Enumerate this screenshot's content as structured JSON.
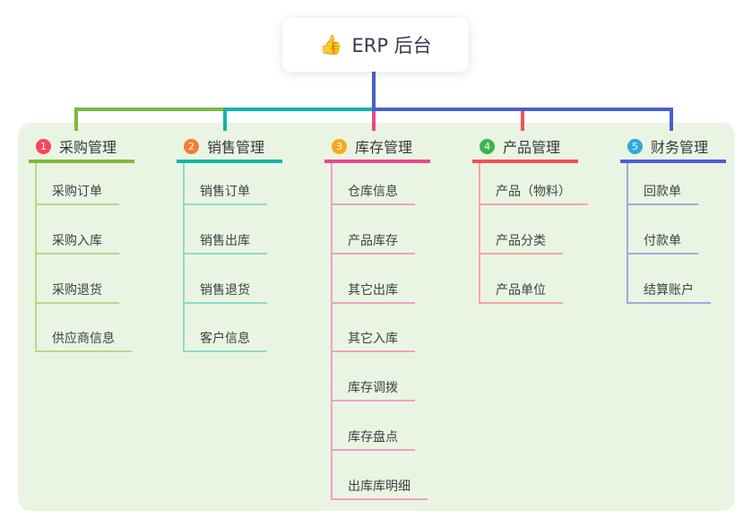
{
  "root": {
    "icon": "👍",
    "title": "ERP 后台"
  },
  "colors": {
    "root_line": "#4a5ecf",
    "panel_bg": "#e9f5e2",
    "card_bg": "#ffffff",
    "title_text": "#333b4e",
    "branch_text": "#33383e",
    "child_text": "#3c4147"
  },
  "branches": [
    {
      "badge": "1",
      "label": "采购管理",
      "badge_color": "#f8465c",
      "line_color": "#7fb840",
      "child_line_color": "#b4d98c",
      "children": [
        "采购订单",
        "采购入库",
        "采购退货",
        "供应商信息"
      ]
    },
    {
      "badge": "2",
      "label": "销售管理",
      "badge_color": "#f87b36",
      "line_color": "#12b5a5",
      "child_line_color": "#8ed9cf",
      "children": [
        "销售订单",
        "销售出库",
        "销售退货",
        "客户信息"
      ]
    },
    {
      "badge": "3",
      "label": "库存管理",
      "badge_color": "#f6a821",
      "line_color": "#e94890",
      "child_line_color": "#f29ec6",
      "children": [
        "仓库信息",
        "产品库存",
        "其它出库",
        "其它入库",
        "库存调拨",
        "库存盘点",
        "出库库明细"
      ]
    },
    {
      "badge": "4",
      "label": "产品管理",
      "badge_color": "#3cb54e",
      "line_color": "#f4515a",
      "child_line_color": "#f8a5aa",
      "children": [
        "产品（物料）",
        "产品分类",
        "产品单位"
      ]
    },
    {
      "badge": "5",
      "label": "财务管理",
      "badge_color": "#2fa9e0",
      "line_color": "#4a5ecf",
      "child_line_color": "#9cabdf",
      "children": [
        "回款单",
        "付款单",
        "结算账户"
      ]
    }
  ]
}
